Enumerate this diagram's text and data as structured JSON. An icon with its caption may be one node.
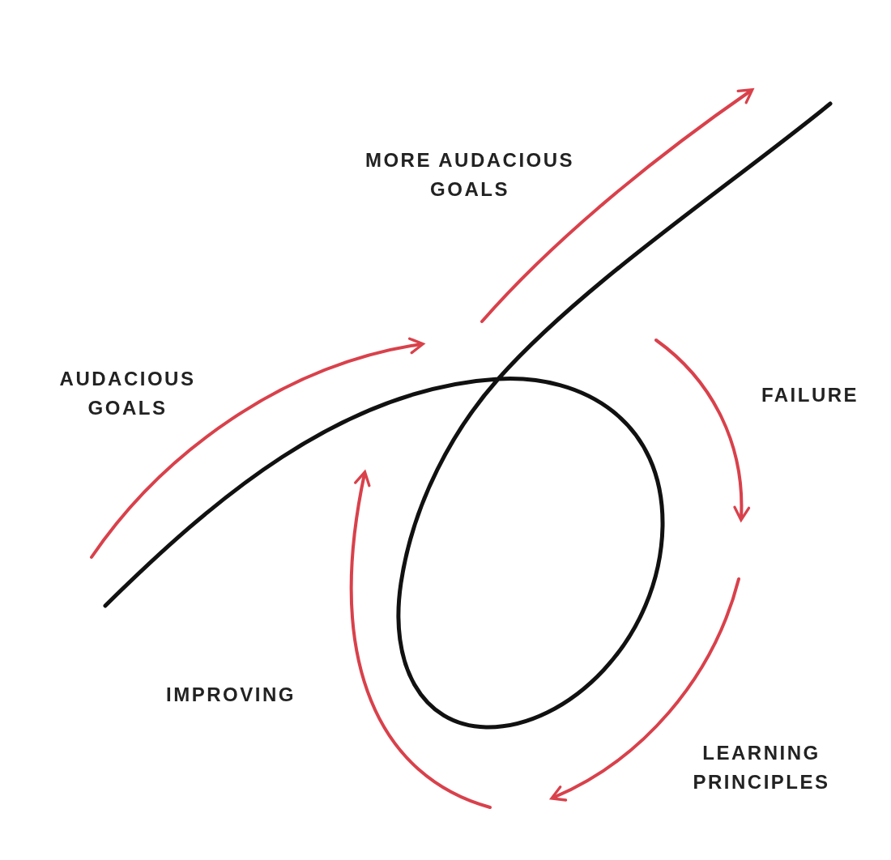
{
  "diagram": {
    "labels": [
      "MORE AUDACIOUS GOALS",
      "AUDACIOUS GOALS",
      "FAILURE",
      "IMPROVING",
      "LEARNING PRINCIPLES"
    ]
  }
}
